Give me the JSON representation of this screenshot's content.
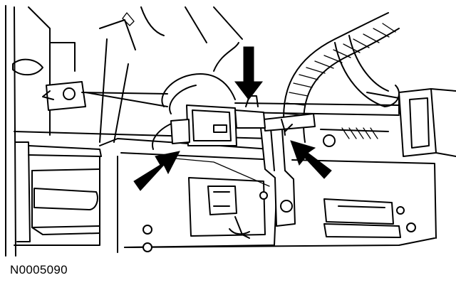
{
  "figure": {
    "reference_code": "N0005090",
    "callout_arrows": [
      "arrow-top",
      "arrow-left",
      "arrow-right"
    ]
  },
  "colors": {
    "line": "#000000",
    "background": "#ffffff"
  }
}
